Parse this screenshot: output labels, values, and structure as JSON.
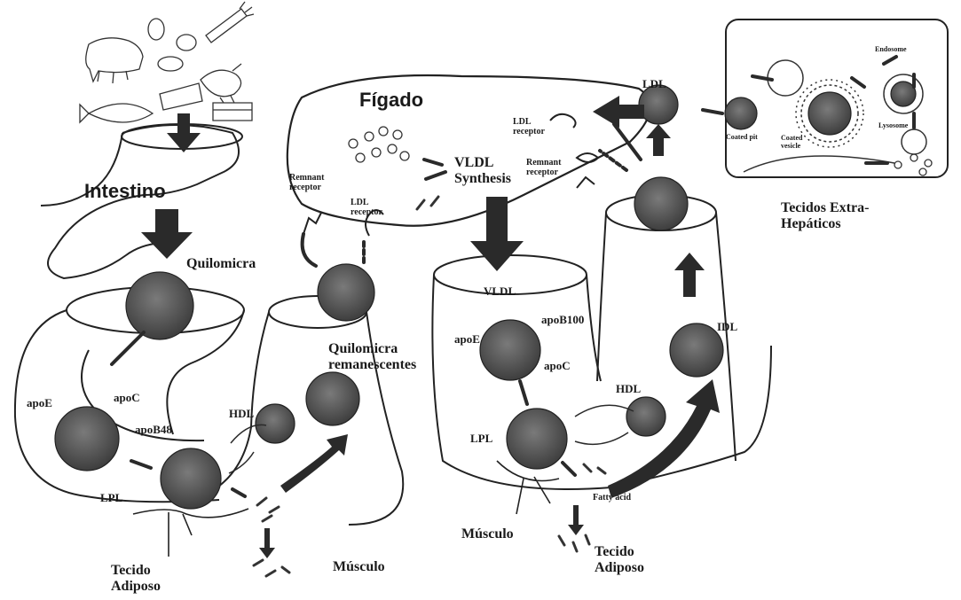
{
  "labels": {
    "intestino": "Intestino",
    "quilomicra": "Quilomicra",
    "figado": "Fígado",
    "vldl_synthesis": "VLDL\nSynthesis",
    "remnant_receptor_left": "Remnant\nreceptor",
    "ldl_receptor_left": "LDL\nreceptor",
    "quilomicra_remanescentes": "Quilomicra\nremanescentes",
    "apoE_left": "apoE",
    "apoC_left": "apoC",
    "apoB48": "apoB48",
    "hdl_left": "HDL",
    "lpl_left": "LPL",
    "tecido_adiposo_left": "Tecido\nAdiposo",
    "musculo_left": "Músculo",
    "vldl": "VLDL",
    "apoE_mid": "apoE",
    "apoB100": "apoB100",
    "apoC_mid": "apoC",
    "hdl_mid": "HDL",
    "lpl_mid": "LPL",
    "fatty_acid": "Fatty acid",
    "musculo_mid": "Músculo",
    "tecido_adiposo_mid": "Tecido\nAdiposo",
    "idl": "IDL",
    "ldl_top": "LDL",
    "ldl_receptor_right": "LDL\nreceptor",
    "remnant_receptor_right": "Remnant\nreceptor",
    "coated_pit": "Coated pit",
    "coated_vesicle": "Coated\nvesicle",
    "endosome": "Endosome",
    "lysosome": "Lysosome",
    "tecidos_extra_hepaticos": "Tecidos Extra-\nHepáticos"
  },
  "colors": {
    "ink": "#1a1a1a",
    "particle": "#5a5a5a",
    "arrow": "#2a2a2a"
  }
}
